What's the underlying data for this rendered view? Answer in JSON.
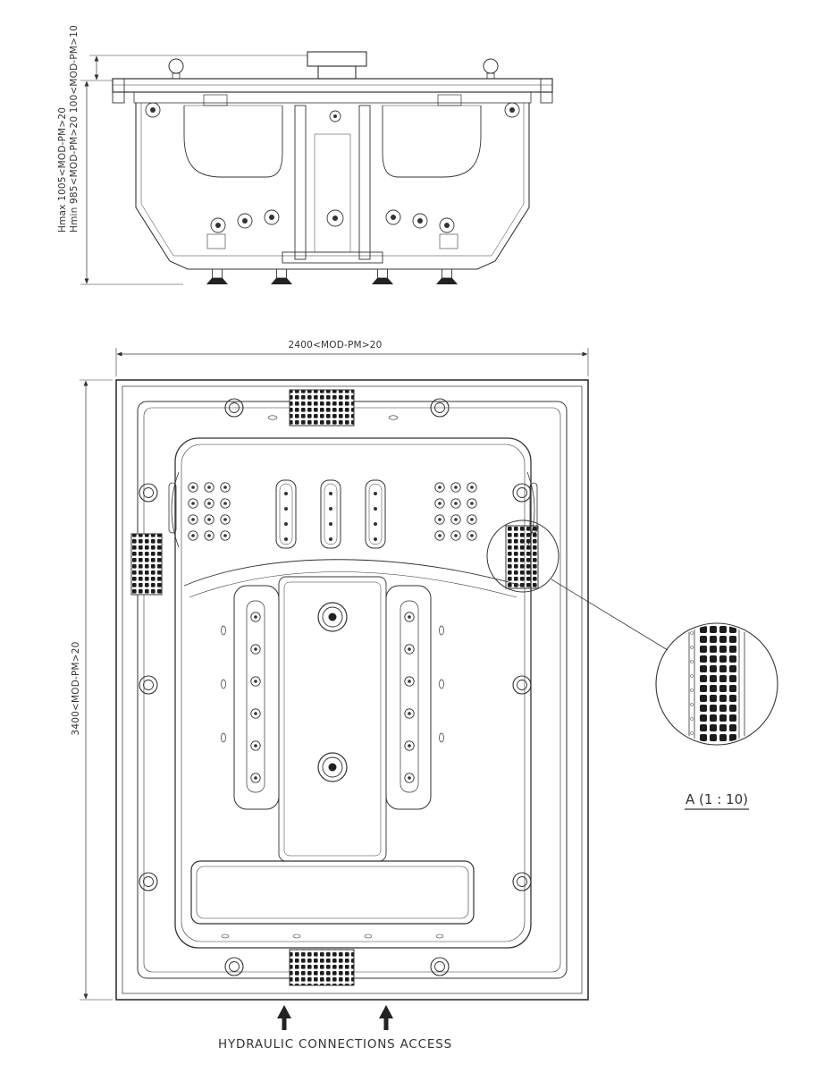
{
  "drawing": {
    "elevation": {
      "dim_line1": "Hmin 985<MOD-PM>20 100<MOD-PM>10",
      "dim_line2": "Hmax 1005<MOD-PM>20"
    },
    "plan": {
      "dim_width": "2400<MOD-PM>20",
      "dim_height": "3400<MOD-PM>20"
    },
    "detail": {
      "label": "A (1 : 10)"
    },
    "footer": {
      "caption": "HYDRAULIC CONNECTIONS ACCESS"
    }
  }
}
